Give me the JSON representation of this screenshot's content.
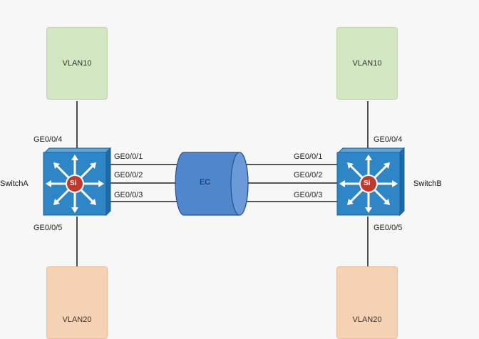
{
  "vlans": {
    "top_left": "VLAN10",
    "top_right": "VLAN10",
    "bottom_left": "VLAN20",
    "bottom_right": "VLAN20"
  },
  "switches": {
    "left": {
      "name": "SwitchA",
      "emblem": "Si"
    },
    "right": {
      "name": "SwitchB",
      "emblem": "Si"
    }
  },
  "ports": {
    "left_top": "GE0/0/4",
    "left_bottom": "GE0/0/5",
    "right_top": "GE0/0/4",
    "right_bottom": "GE0/0/5",
    "left_links": [
      "GE0/0/1",
      "GE0/0/2",
      "GE0/0/3"
    ],
    "right_links": [
      "GE0/0/1",
      "GE0/0/2",
      "GE0/0/3"
    ]
  },
  "eth_trunk": {
    "label": "EC"
  },
  "colors": {
    "vlan10": "#d2e6c2",
    "vlan20": "#f6d2b4",
    "switch": "#2f86c6",
    "ec": "#4f86cc"
  }
}
